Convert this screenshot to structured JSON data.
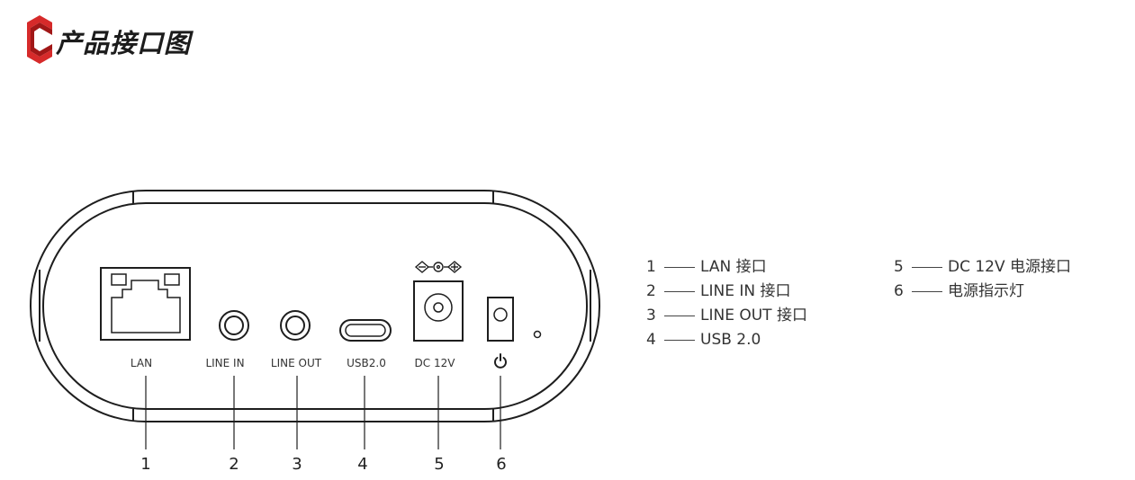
{
  "page": {
    "title": "产品接口图"
  },
  "colors": {
    "logo_red": "#d62a2a",
    "line": "#1e1e1e"
  },
  "ports": [
    {
      "label": "LAN",
      "number": "1"
    },
    {
      "label": "LINE IN",
      "number": "2"
    },
    {
      "label": "LINE OUT",
      "number": "3"
    },
    {
      "label": "USB2.0",
      "number": "4"
    },
    {
      "label": "DC 12V",
      "number": "5"
    },
    {
      "label": "",
      "number": "6",
      "icon": "power-icon"
    }
  ],
  "legend": {
    "left": [
      {
        "num": "1",
        "text": "LAN 接口"
      },
      {
        "num": "2",
        "text": "LINE IN 接口"
      },
      {
        "num": "3",
        "text": "LINE OUT 接口"
      },
      {
        "num": "4",
        "text": "USB 2.0"
      }
    ],
    "right": [
      {
        "num": "5",
        "text": "DC 12V 电源接口"
      },
      {
        "num": "6",
        "text": "电源指示灯"
      }
    ]
  }
}
